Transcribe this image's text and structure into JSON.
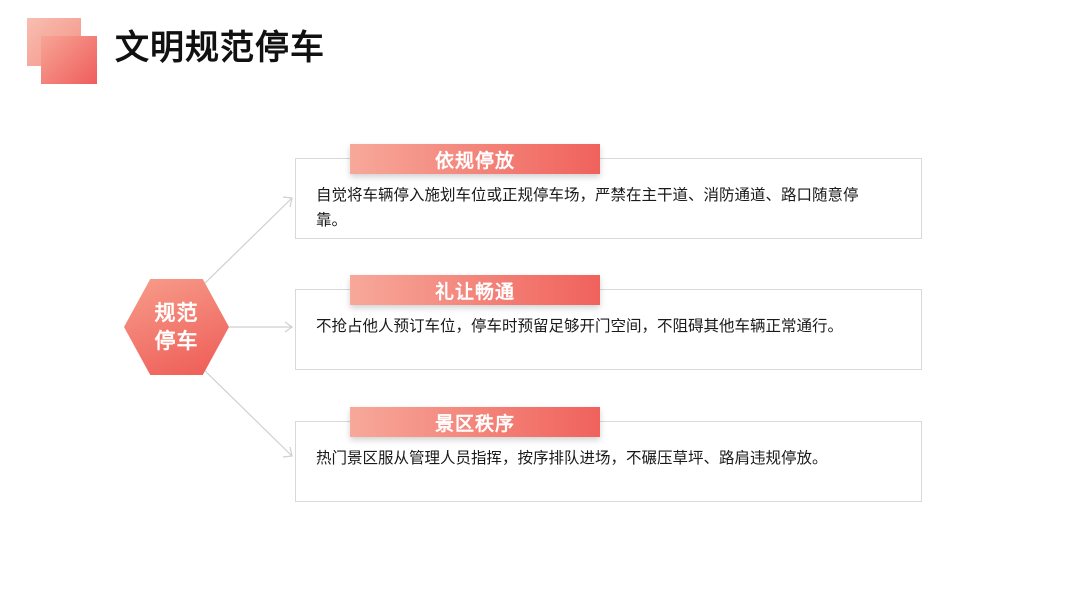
{
  "title": "文明规范停车",
  "center": {
    "label": "规范停车"
  },
  "items": [
    {
      "tag": "依规停放",
      "text": "自觉将车辆停入施划车位或正规停车场，严禁在主干道、消防通道、路口随意停靠。"
    },
    {
      "tag": "礼让畅通",
      "text": "不抢占他人预订车位，停车时预留足够开门空间，不阻碍其他车辆正常通行。"
    },
    {
      "tag": "景区秩序",
      "text": "热门景区服从管理人员指挥，按序排队进场，不碾压草坪、路肩违规停放。"
    }
  ],
  "colors": {
    "accent_light": "#f7a89a",
    "accent_dark": "#ee5b55",
    "border": "#d9d9d9",
    "line": "#cfcfcf"
  }
}
